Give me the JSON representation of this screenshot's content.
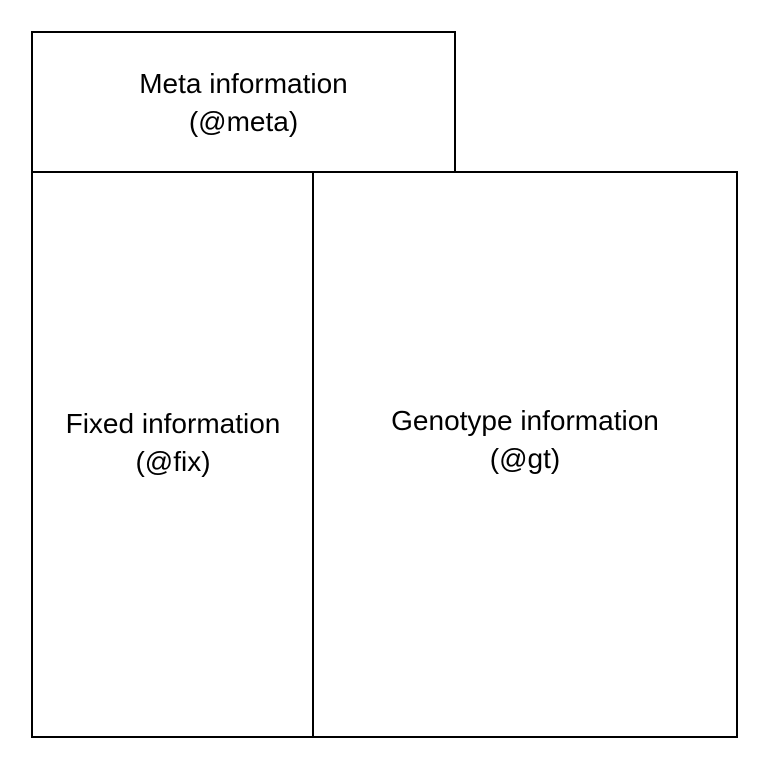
{
  "boxes": {
    "meta": {
      "title": "Meta information",
      "slot": "(@meta)"
    },
    "fix": {
      "title": "Fixed information",
      "slot": "(@fix)"
    },
    "gt": {
      "title": "Genotype information",
      "slot": "(@gt)"
    }
  },
  "colors": {
    "border": "#000000",
    "background": "#ffffff",
    "text": "#000000"
  }
}
